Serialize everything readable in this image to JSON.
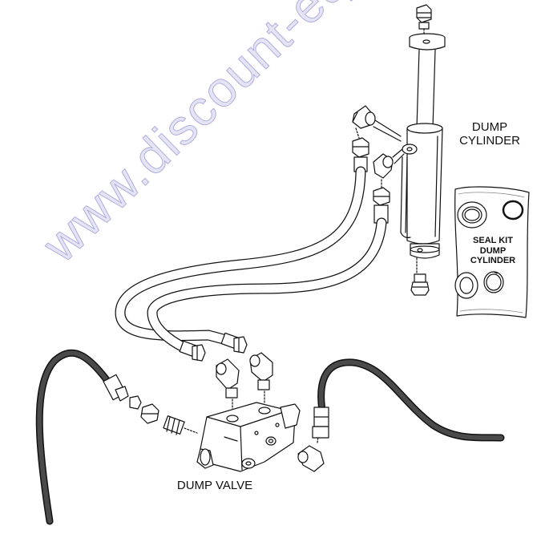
{
  "labels": {
    "cylinder": "DUMP\nCYLINDER",
    "seal_kit": "SEAL KIT\nDUMP\nCYLINDER",
    "valve": "DUMP VALVE"
  },
  "watermark": "www.discount-equipment.com",
  "colors": {
    "line": "#111111",
    "hose_fill": "#ffffff",
    "rubber_hose": "#3a3a3a",
    "watermark": "#9c9ce0"
  }
}
